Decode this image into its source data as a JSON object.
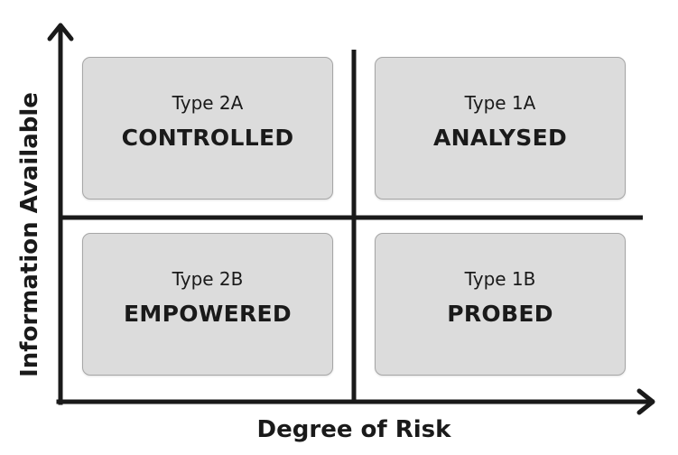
{
  "axes": {
    "x_label": "Degree of Risk",
    "y_label": "Information Available"
  },
  "quadrants": {
    "top_left": {
      "type": "Type 2A",
      "name": "CONTROLLED"
    },
    "top_right": {
      "type": "Type 1A",
      "name": "ANALYSED"
    },
    "bottom_left": {
      "type": "Type 2B",
      "name": "EMPOWERED"
    },
    "bottom_right": {
      "type": "Type 1B",
      "name": "PROBED"
    }
  },
  "colors": {
    "quadrant_fill": "#dcdcdc",
    "quadrant_border": "#a6a6a6",
    "axis": "#1a1a1a",
    "text": "#1a1a1a"
  }
}
